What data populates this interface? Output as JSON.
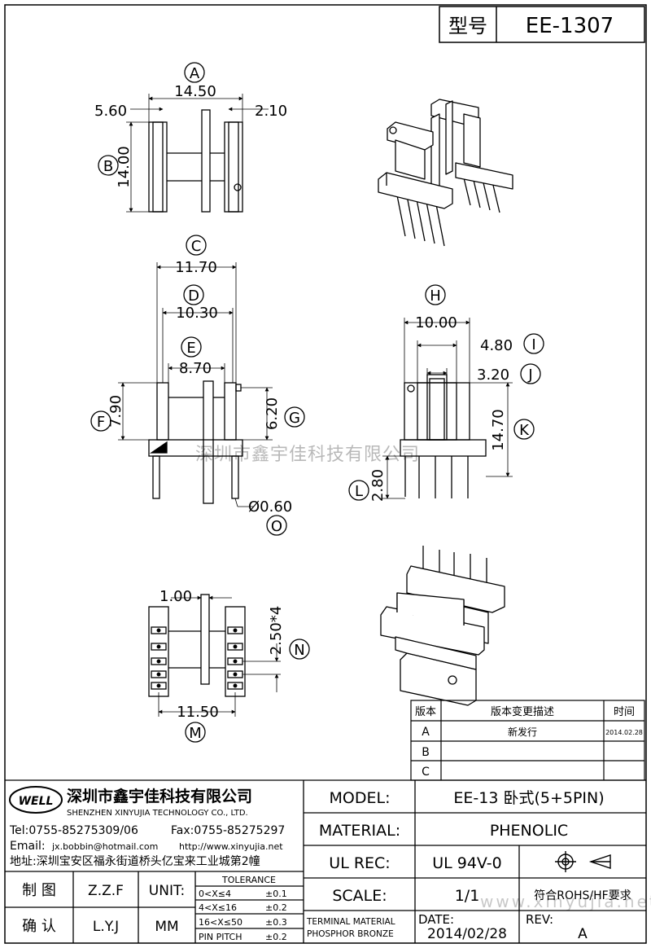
{
  "header": {
    "model_label": "型号",
    "model_value": "EE-1307"
  },
  "dims": {
    "A": {
      "letter": "A",
      "value": "14.50"
    },
    "B": {
      "letter": "B",
      "value": "14.00"
    },
    "side_left": "5.60",
    "side_right": "2.10",
    "C": {
      "letter": "C",
      "value": "11.70"
    },
    "D": {
      "letter": "D",
      "value": "10.30"
    },
    "E": {
      "letter": "E",
      "value": "8.70"
    },
    "F": {
      "letter": "F",
      "value": "7.90"
    },
    "G": {
      "letter": "G",
      "value": "6.20"
    },
    "O": {
      "letter": "O",
      "value": "Ø0.60"
    },
    "H": {
      "letter": "H",
      "value": "10.00"
    },
    "I": {
      "letter": "I",
      "value": "4.80"
    },
    "J": {
      "letter": "J",
      "value": "3.20"
    },
    "K": {
      "letter": "K",
      "value": "14.70"
    },
    "L": {
      "letter": "L",
      "value": "2.80"
    },
    "N": {
      "letter": "N",
      "value": "2.50*4"
    },
    "M": {
      "letter": "M",
      "value": "11.50"
    },
    "top_pin": "1.00"
  },
  "watermark": "深圳市鑫宇佳科技有限公司",
  "watermark_url": "www.xinyujia.net",
  "revision": {
    "headers": [
      "版本",
      "版本变更描述",
      "时间"
    ],
    "rows": [
      {
        "ver": "A",
        "desc": "新发行",
        "date": "2014.02.28"
      },
      {
        "ver": "B",
        "desc": "",
        "date": ""
      },
      {
        "ver": "C",
        "desc": "",
        "date": ""
      }
    ]
  },
  "company": {
    "logo": "WELL",
    "name_cn": "深圳市鑫宇佳科技有限公司",
    "name_en": "SHENZHEN XINYUJIA TECHNOLOGY CO., LTD.",
    "tel": "Tel:0755-85275309/06",
    "fax": "Fax:0755-85275297",
    "email_label": "Email:",
    "email": "jx.bobbin@hotmail.com",
    "web": "http://www.xinyujia.net",
    "address": "地址:深圳宝安区福永街道桥头亿宝来工业城第2幢"
  },
  "info": {
    "model_label": "MODEL:",
    "model_value": "EE-13 卧式(5+5PIN)",
    "material_label": "MATERIAL:",
    "material_value": "PHENOLIC",
    "ulrec_label": "UL REC:",
    "ulrec_value": "UL 94V-0",
    "scale_label": "SCALE:",
    "scale_value": "1/1",
    "rohs": "符合ROHS/HF要求",
    "terminal_1": "TERMINAL MATERIAL",
    "terminal_2": "PHOSPHOR BRONZE",
    "date_label": "DATE:",
    "date_value": "2014/02/28",
    "rev_label": "REV:",
    "rev_value": "A"
  },
  "signoff": {
    "draw_label": "制 图",
    "draw_value": "Z.Z.F",
    "check_label": "确 认",
    "check_value": "L.Y.J",
    "unit_label": "UNIT:",
    "unit_value": "MM"
  },
  "tolerance": {
    "title": "TOLERANCE",
    "rows": [
      {
        "range": "0<X≤4",
        "tol": "±0.1"
      },
      {
        "range": "4<X≤16",
        "tol": "±0.2"
      },
      {
        "range": "16<X≤50",
        "tol": "±0.3"
      },
      {
        "range": "PIN PITCH",
        "tol": "±0.2"
      }
    ]
  }
}
